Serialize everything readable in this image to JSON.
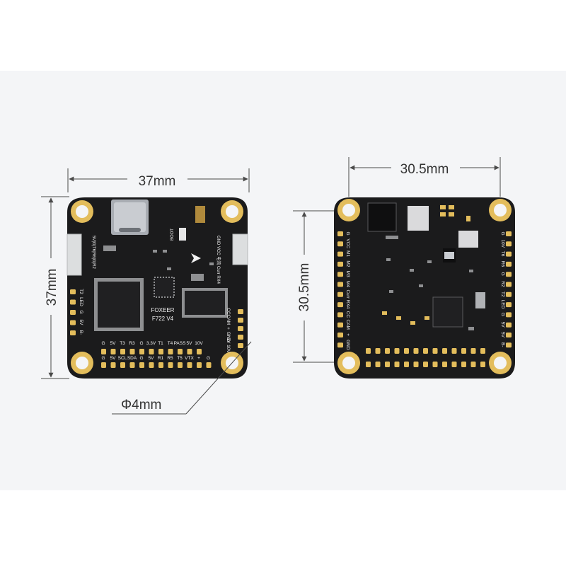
{
  "colors": {
    "background_band": "#f4f5f7",
    "pcb": "#1b1b1c",
    "gold": "#e3bd5c",
    "dimension_line": "#4a4a4a",
    "text": "#333333"
  },
  "left_board": {
    "dim_width": "37mm",
    "dim_height": "37mm",
    "dim_hole": "Φ4mm",
    "brand": "FOXEER",
    "model": "F722 V4",
    "boot_label": "BOOT",
    "bottom_row_top": [
      "G",
      "5V",
      "T3",
      "R3",
      "G",
      "3.3V",
      "T1",
      "T4",
      "PASS",
      "5V",
      "10V"
    ],
    "bottom_row_bottom": [
      "G",
      "5V",
      "SCL",
      "SDA",
      "G",
      "5V",
      "R1",
      "R5",
      "T5",
      "VTX",
      "+",
      "G"
    ],
    "left_col": [
      "T2",
      "LED",
      "G",
      "5V",
      "B-"
    ],
    "left_connector": "5V|G|T6|R6|G|R2",
    "right_connector": "GND VCC 电流 Curr RX4",
    "right_col": [
      "CC",
      "CAM",
      "+",
      "GND",
      "5V 10V"
    ]
  },
  "right_board": {
    "dim_width": "30.5mm",
    "dim_height": "30.5mm",
    "left_col": [
      "G",
      "VCC",
      "M1",
      "M2",
      "M3",
      "M4",
      "Curr",
      "RX4",
      "CC",
      "CAM",
      "+",
      "GND"
    ],
    "right_col": [
      "G",
      "10V",
      "T6",
      "R6",
      "G",
      "R2",
      "T2",
      "LED",
      "G",
      "5V",
      "5V",
      "B-"
    ]
  }
}
